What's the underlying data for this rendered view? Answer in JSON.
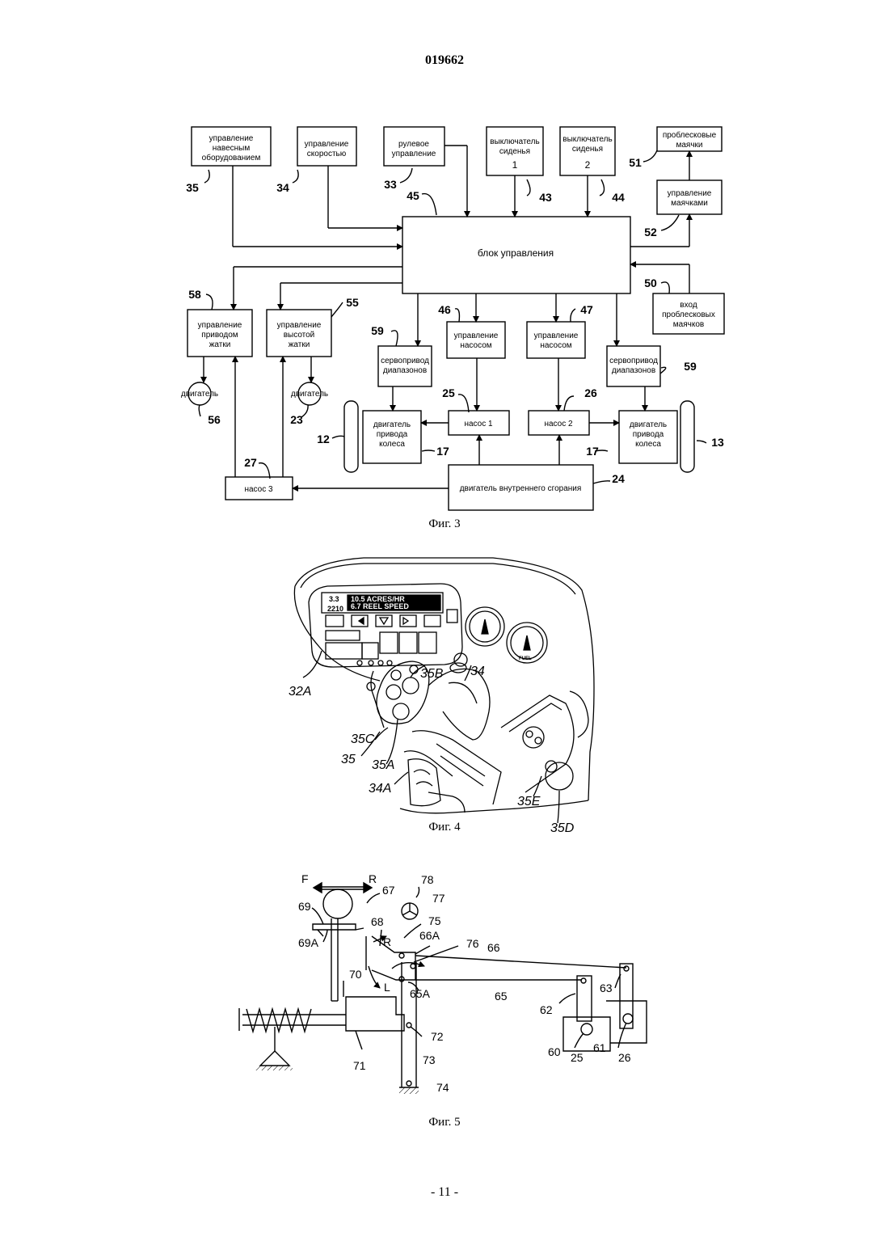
{
  "document": {
    "page_header": "019662",
    "page_footer": "- 11 -"
  },
  "fig3": {
    "caption": "Фиг. 3",
    "blocks": {
      "b35": [
        "управление",
        "навесным",
        "оборудованием"
      ],
      "b34": [
        "управление",
        "скоростью"
      ],
      "b33": [
        "рулевое",
        "управление"
      ],
      "b43": [
        "выключатель",
        "сиденья",
        "1"
      ],
      "b44": [
        "выключатель",
        "сиденья",
        "2"
      ],
      "b51": [
        "проблесковые",
        "маячки"
      ],
      "b52": [
        "управление",
        "маячками"
      ],
      "b45": [
        "блок управления"
      ],
      "b50": [
        "вход",
        "проблесковых",
        "маячков"
      ],
      "b58": [
        "управление",
        "приводом",
        "жатки"
      ],
      "b55": [
        "управление",
        "высотой",
        "жатки"
      ],
      "b59a": [
        "сервопривод",
        "диапазонов"
      ],
      "b46": [
        "управление",
        "насосом"
      ],
      "b47": [
        "управление",
        "насосом"
      ],
      "b59b": [
        "сервопривод",
        "диапазонов"
      ],
      "m56": [
        "двигатель"
      ],
      "m23": [
        "двигатель"
      ],
      "w17a": [
        "двигатель",
        "привода",
        "колеса"
      ],
      "p25": [
        "насос 1"
      ],
      "p26": [
        "насос 2"
      ],
      "w17b": [
        "двигатель",
        "привода",
        "колеса"
      ],
      "p27": [
        "насос 3"
      ],
      "e24": [
        "двигатель внутреннего сгорания"
      ]
    },
    "refs": {
      "r35": "35",
      "r34": "34",
      "r33": "33",
      "r45": "45",
      "r43": "43",
      "r44": "44",
      "r51": "51",
      "r52": "52",
      "r50": "50",
      "r58": "58",
      "r55": "55",
      "r59a": "59",
      "r46": "46",
      "r47": "47",
      "r59b": "59",
      "r56": "56",
      "r23": "23",
      "r25": "25",
      "r26": "26",
      "r12": "12",
      "r13": "13",
      "r17a": "17",
      "r17b": "17",
      "r27": "27",
      "r24": "24"
    }
  },
  "fig4": {
    "caption": "Фиг. 4",
    "panel_text": [
      "3.3",
      "2210",
      "10.5 ACRES/HR",
      "6.7 REEL SPEED"
    ],
    "gauge_text": [
      "FUEL"
    ],
    "refs": {
      "r32A": "32A",
      "r35B": "35B",
      "r34": "34",
      "r35C": "35C",
      "r35": "35",
      "r35A": "35A",
      "r34A": "34A",
      "r35E": "35E",
      "r35D": "35D"
    }
  },
  "fig5": {
    "caption": "Фиг. 5",
    "refs": {
      "F": "F",
      "R": "R",
      "r67": "67",
      "r78": "78",
      "r77": "77",
      "r69": "69",
      "r68": "68",
      "r75": "75",
      "rR2": "R",
      "r66A": "66A",
      "r76": "76",
      "r66": "66",
      "r69A": "69A",
      "r70": "70",
      "rL": "L",
      "r65A": "65A",
      "r65": "65",
      "r63": "63",
      "r62": "62",
      "r72": "72",
      "r71": "71",
      "r73": "73",
      "r74": "74",
      "r60": "60",
      "r25": "25",
      "r61": "61",
      "r26": "26"
    }
  }
}
